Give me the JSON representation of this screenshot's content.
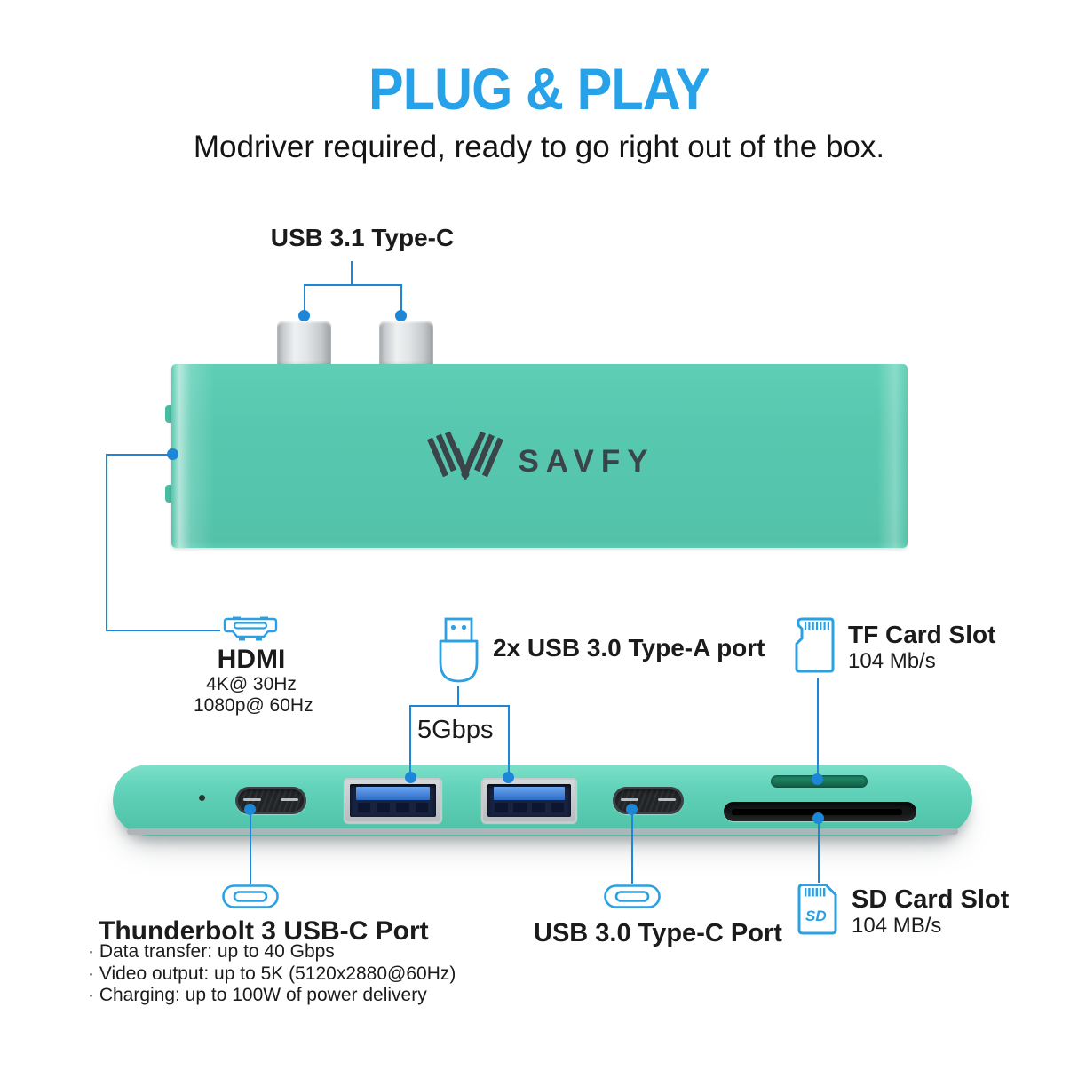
{
  "header": {
    "title": "PLUG & PLAY",
    "subtitle": "Modriver required, ready to go right out of the box."
  },
  "brand": {
    "name": "SAVFY"
  },
  "callouts": {
    "usb31": {
      "label": "USB 3.1 Type-C"
    },
    "hdmi": {
      "label": "HDMI",
      "spec1": "4K@ 30Hz",
      "spec2": "1080p@ 60Hz"
    },
    "usba": {
      "label": "2x USB 3.0 Type-A port",
      "speed": "5Gbps"
    },
    "tf": {
      "label": "TF Card Slot",
      "speed": "104 Mb/s"
    },
    "sd": {
      "label": "SD Card Slot",
      "speed": "104 MB/s",
      "icon_text": "SD"
    },
    "thunderbolt": {
      "label": "Thunderbolt 3 USB-C Port",
      "bullet1": "· Data transfer: up to 40 Gbps",
      "bullet2": "· Video output: up to 5K (5120x2880@60Hz)",
      "bullet3": "· Charging: up to 100W of power delivery"
    },
    "usbc": {
      "label": "USB 3.0 Type-C Port"
    }
  },
  "icons": {
    "hdmi": "hdmi-connector-icon",
    "usb_a": "usb-plug-icon",
    "tf": "microsd-card-icon",
    "sd": "sd-card-icon",
    "usb_c": "usb-c-oval-icon",
    "logo": "savfy-w-mark"
  },
  "colors": {
    "title_blue": "#27A2E9",
    "accent_line": "#1E86D6",
    "accent_icon": "#2BA0E2",
    "hub_teal": "#57C8AF",
    "tf_slot_green": "#17735A",
    "logo_gray": "#3B4449"
  }
}
